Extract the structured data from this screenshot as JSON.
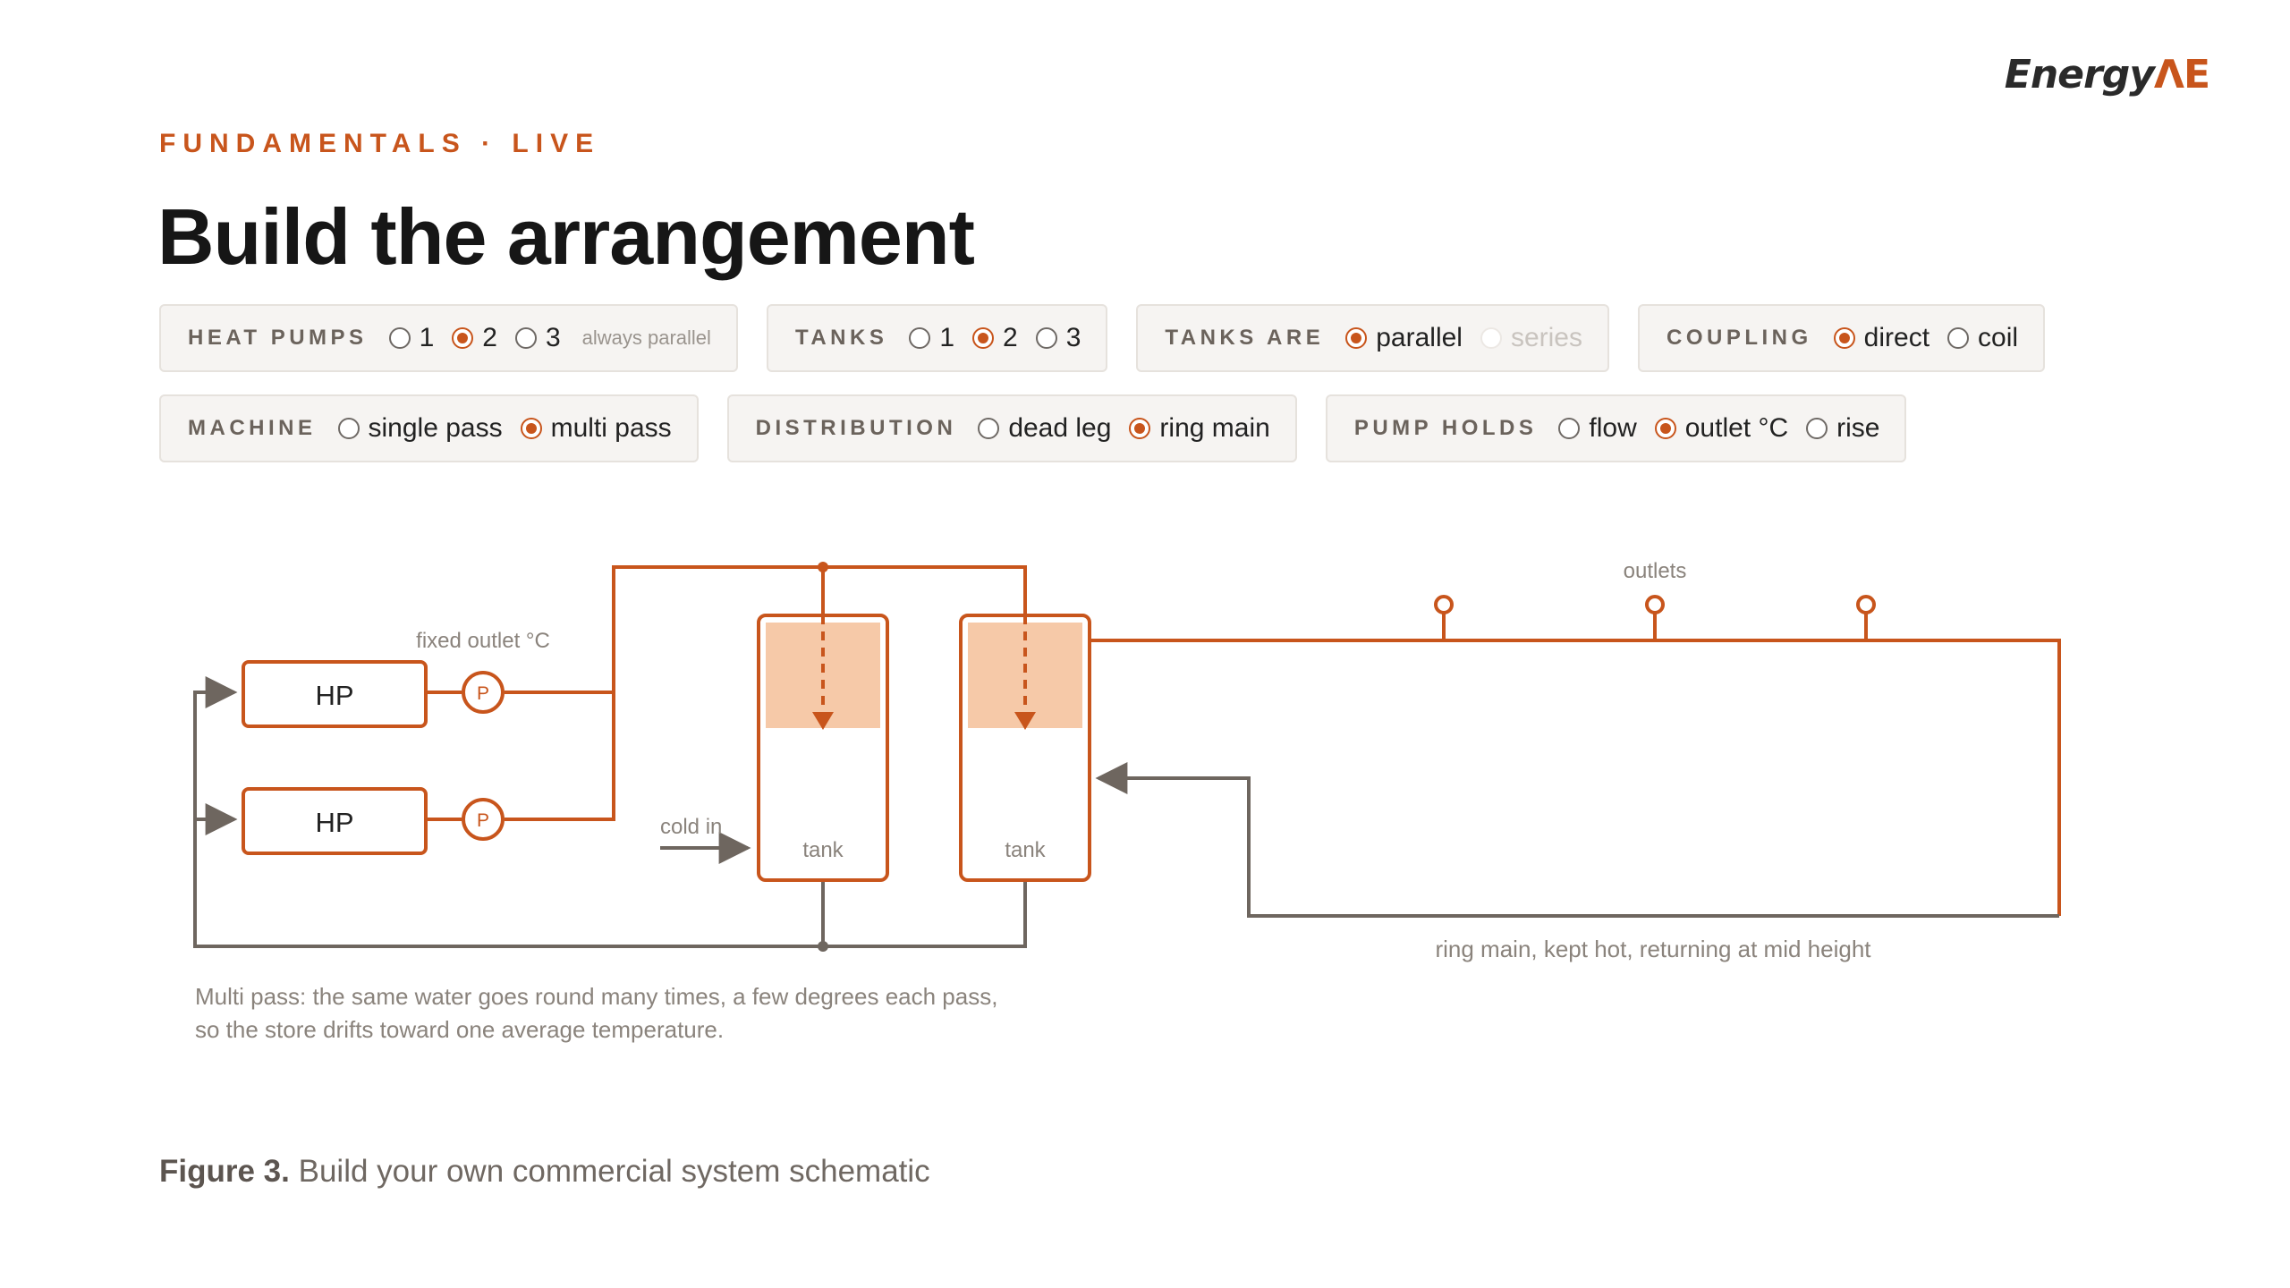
{
  "brand": {
    "name": "Energy",
    "mark": "ΛΕ"
  },
  "eyebrow": "FUNDAMENTALS · LIVE",
  "title": "Build the arrangement",
  "controls": {
    "heat_pumps": {
      "label": "HEAT PUMPS",
      "options": [
        "1",
        "2",
        "3"
      ],
      "selected": "2",
      "note": "always parallel"
    },
    "tanks": {
      "label": "TANKS",
      "options": [
        "1",
        "2",
        "3"
      ],
      "selected": "2"
    },
    "tanks_are": {
      "label": "TANKS ARE",
      "options": [
        "parallel",
        "series"
      ],
      "selected": "parallel",
      "disabled": [
        "series"
      ]
    },
    "coupling": {
      "label": "COUPLING",
      "options": [
        "direct",
        "coil"
      ],
      "selected": "direct"
    },
    "machine": {
      "label": "MACHINE",
      "options": [
        "single pass",
        "multi pass"
      ],
      "selected": "multi pass"
    },
    "distribution": {
      "label": "DISTRIBUTION",
      "options": [
        "dead leg",
        "ring main"
      ],
      "selected": "ring main"
    },
    "pump_holds": {
      "label": "PUMP HOLDS",
      "options": [
        "flow",
        "outlet °C",
        "rise"
      ],
      "selected": "outlet °C"
    }
  },
  "diagram": {
    "hp_label": "HP",
    "pump_label": "P",
    "fixed_outlet_label": "fixed outlet °C",
    "cold_in_label": "cold in",
    "tank_label": "tank",
    "outlets_label": "outlets",
    "ring_label": "ring main, kept hot, returning at mid height",
    "colors": {
      "accent": "#c8551c",
      "hot_fill": "#f6c9a8",
      "grey": "#6e665f"
    }
  },
  "caption": "Multi pass: the same water goes round many times, a few degrees each pass, so the store drifts toward one average temperature.",
  "figure": {
    "number": "Figure 3.",
    "text": "Build your own commercial system schematic"
  }
}
